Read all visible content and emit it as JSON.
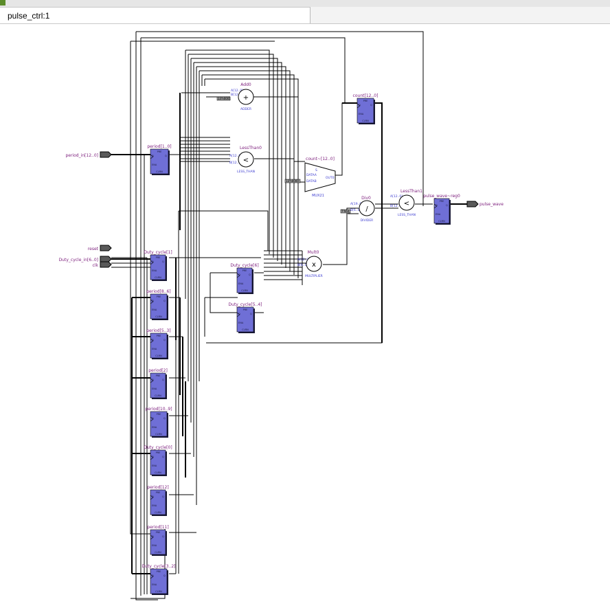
{
  "window": {
    "tab_title": "pulse_ctrl:1"
  },
  "colors": {
    "wire": "#000000",
    "register_fill": "#6f6fd6",
    "register_shadow": "#1a1a3a",
    "label": "#7a1a7a",
    "pin_label": "#3a3ad0",
    "port_fill": "#5a5a5a"
  },
  "schematic": {
    "inputs": [
      {
        "label": "period_in[12..0]"
      },
      {
        "label": "reset"
      },
      {
        "label": "Duty_cycle_in[6..0]"
      },
      {
        "label": "clk"
      }
    ],
    "outputs": [
      {
        "label": "pulse_wave"
      }
    ],
    "registers": [
      {
        "label": "period[1..0]"
      },
      {
        "label": "Duty_cycle[1]"
      },
      {
        "label": "period[8..6]"
      },
      {
        "label": "period[5..3]"
      },
      {
        "label": "period[2]"
      },
      {
        "label": "period[10..9]"
      },
      {
        "label": "Duty_cycle[0]"
      },
      {
        "label": "period[12]"
      },
      {
        "label": "period[11]"
      },
      {
        "label": "Duty_cycle[3..2]"
      },
      {
        "label": "Duty_cycle[6]"
      },
      {
        "label": "Duty_cycle[5..4]"
      },
      {
        "label": "count[12..0]"
      },
      {
        "label": "pulse_wave~reg0"
      }
    ],
    "reg_pins": {
      "pre": "PRE",
      "d": "D",
      "q": "Q",
      "ena": "ENA",
      "clr": "CLRN"
    },
    "operators": [
      {
        "label": "Add0",
        "symbol": "+",
        "subtype": "ADDER",
        "pin_a": "A[12..0]",
        "pin_b": "B[12..0]",
        "const": "13'h0001"
      },
      {
        "label": "LessThan0",
        "symbol": "<",
        "subtype": "LESS_THAN",
        "pin_a": "A[12..0]",
        "pin_b": "B[12..0]"
      },
      {
        "label": "Mult0",
        "symbol": "x",
        "subtype": "MULTIPLIER",
        "pin_a": "A[12..0]",
        "pin_b": "B[6..0]"
      },
      {
        "label": "Div0",
        "symbol": "/",
        "subtype": "DIVIDER",
        "pin_a": "A[19..0]",
        "pin_b": "B[6..0]",
        "const": "7'h64"
      },
      {
        "label": "LessThan1",
        "symbol": "<",
        "subtype": "LESS_THAN",
        "pin_a": "A[12..0]",
        "pin_b": "B[12..0]"
      }
    ],
    "mux": {
      "label": "count~[12..0]",
      "subtype": "MUX21",
      "pin_s": "S",
      "pin_a": "DATAA",
      "pin_b": "DATAB",
      "pin_o": "OUT0",
      "const": "13'h0000"
    }
  }
}
